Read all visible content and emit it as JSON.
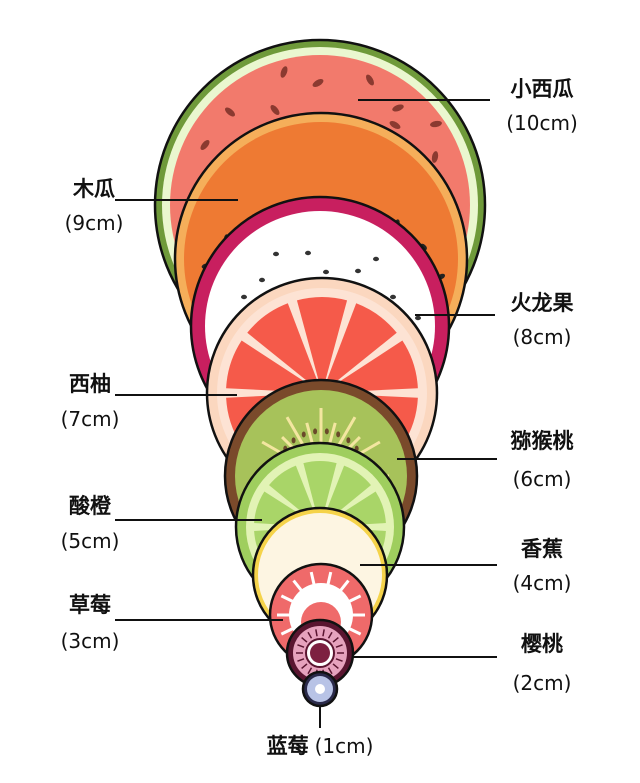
{
  "fruits": [
    {
      "name": "小西瓜",
      "size": "(10cm)",
      "color": "#f27a6c"
    },
    {
      "name": "木瓜",
      "size": "(9cm)",
      "color": "#ee7a33"
    },
    {
      "name": "火龙果",
      "size": "(8cm)",
      "color": "#c81f5f"
    },
    {
      "name": "西柚",
      "size": "(7cm)",
      "color": "#f55a4a"
    },
    {
      "name": "猕猴桃",
      "size": "(6cm)",
      "color": "#a7c25a"
    },
    {
      "name": "酸橙",
      "size": "(5cm)",
      "color": "#9fce5e"
    },
    {
      "name": "香蕉",
      "size": "(4cm)",
      "color": "#fdf5e2"
    },
    {
      "name": "草莓",
      "size": "(3cm)",
      "color": "#ef6a6a"
    },
    {
      "name": "樱桃",
      "size": "(2cm)",
      "color": "#7d2040"
    },
    {
      "name": "蓝莓",
      "size": "(1cm)",
      "color": "#b8c3e6"
    }
  ]
}
